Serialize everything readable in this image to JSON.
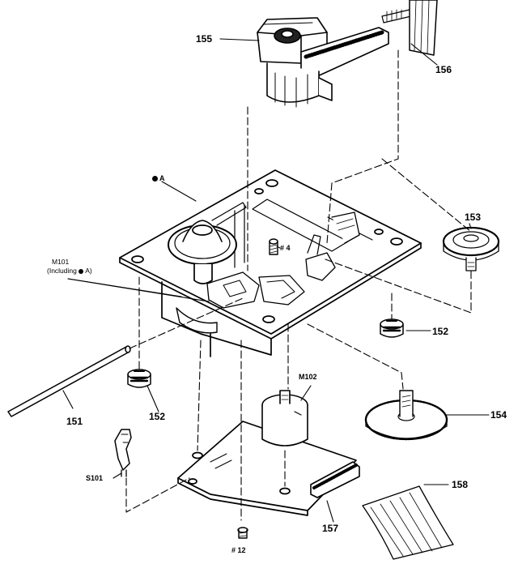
{
  "labels": {
    "p155": "155",
    "p156": "156",
    "pA": "A",
    "p153": "153",
    "m101": "M101",
    "m101_note_prefix": "(Including",
    "m101_note_letter": "A)",
    "s4": "# 4",
    "p152_right": "152",
    "m102": "M102",
    "p151": "151",
    "p152_left": "152",
    "p154": "154",
    "s101": "S101",
    "p158": "158",
    "p157": "157",
    "s12": "# 12"
  },
  "colors": {
    "ink": "#000000",
    "paper": "#ffffff"
  }
}
